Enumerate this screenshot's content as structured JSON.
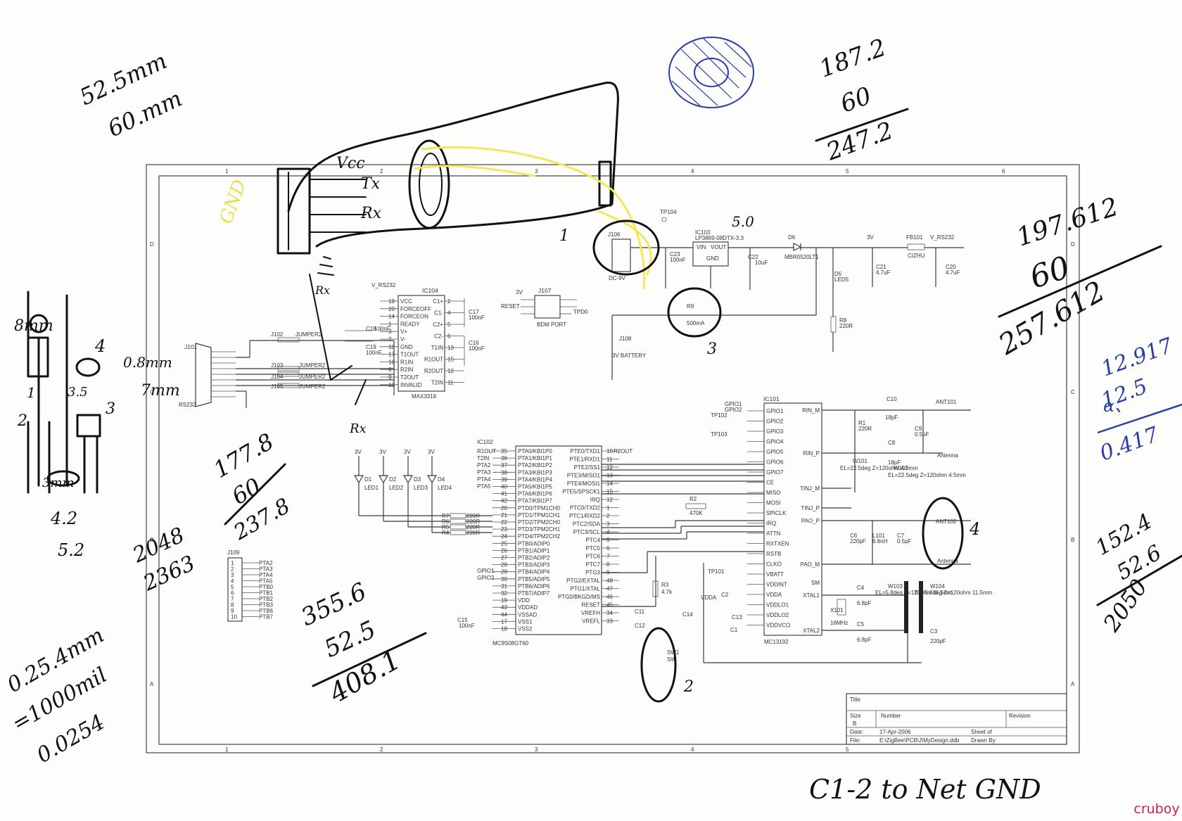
{
  "schematic": {
    "grid_cols_top": [
      "1",
      "2",
      "3",
      "4",
      "5",
      "6"
    ],
    "grid_rows_side": [
      "D",
      "C",
      "B",
      "A"
    ],
    "components": {
      "j101": {
        "ref": "J101",
        "sub": "RS232"
      },
      "jumpers": [
        "JUMPER2",
        "JUMPER2",
        "JUMPER2",
        "JUMPER2"
      ],
      "jumper_refs": [
        "J102",
        "J103",
        "J104",
        "J105"
      ],
      "ic104": {
        "ref": "IC104",
        "part": "MAX3318",
        "left_pins": [
          "VCC",
          "FORCEOFF",
          "FORCEON",
          "READY",
          "V+",
          "V-",
          "GND",
          "T1OUT",
          "R1IN",
          "R2IN",
          "T2OUT",
          "INVALID"
        ],
        "left_nums": [
          "19",
          "20",
          "14",
          "1",
          "3",
          "7",
          "18",
          "17",
          "16",
          "8",
          "9",
          "10"
        ],
        "right_pins": [
          "C1+",
          "C1-",
          "C2+",
          "C2-",
          "T1IN",
          "R1OUT",
          "R2OUT",
          "T2IN"
        ],
        "right_nums": [
          "2",
          "4",
          "5",
          "6",
          "13",
          "15",
          "12",
          "11"
        ],
        "caps": [
          "C17",
          "100nF",
          "C16",
          "100nF",
          "C18",
          "100nF",
          "C19",
          "100nF"
        ],
        "net_left": "V_RS232"
      },
      "j107": {
        "ref": "J107",
        "name": "BDM PORT",
        "nets": [
          "3V",
          "RESET",
          "TPD0"
        ]
      },
      "ic103": {
        "ref": "IC103",
        "part": "LP3869-08DTX-3.3",
        "pins": [
          "VIN",
          "VOUT",
          "GND"
        ]
      },
      "power": {
        "tp": "TP104",
        "j106": "J106",
        "dc": "DC-9V",
        "c23": "C23",
        "c23v": "100nF",
        "c22": "C22",
        "c22v": "10uF",
        "d6": "D6",
        "d6p": "MBR0520LT1",
        "c21": "C21",
        "c21v": "4.7uF",
        "fb101": "FB101",
        "fb_part": "CIZHU",
        "c20": "C20",
        "c20v": "4.7uF",
        "d5": "D5",
        "d5p": "LED5",
        "r8": "R8",
        "r8v": "220R",
        "r9": "R9",
        "r9v": "500mA",
        "j108": "J108",
        "battery": "3V BATTERY",
        "vnet": "V_RS232",
        "v3": "3V"
      },
      "ic102": {
        "ref": "IC102",
        "part": "MC9S08GT60",
        "left_pins": [
          "PTA0/KBI1P0",
          "PTA1/KBI1P1",
          "PTA2/KBI1P2",
          "PTA3/KBI1P3",
          "PTA4/KBI1P4",
          "PTA5/KBI1P5",
          "PTA6/KBI1P6",
          "PTA7/KBI1P7",
          "PTD0/TPM1CH0",
          "PTD1/TPM1CH1",
          "PTD2/TPM2CH0",
          "PTD3/TPM2CH1",
          "PTD4/TPM2CH2",
          "PTB0/ADIP0",
          "PTB1/ADIP1",
          "PTB2/ADIP2",
          "PTB3/ADIP3",
          "PTB4/ADIP4",
          "PTB5/ADIP5",
          "PTB6/ADIP6",
          "PTB7/ADIP7",
          "VDD",
          "VDDAD",
          "VSSAD",
          "VSS1",
          "VSS2"
        ],
        "left_nums": [
          "35",
          "36",
          "37",
          "38",
          "39",
          "40",
          "41",
          "42",
          "20",
          "21",
          "22",
          "23",
          "24",
          "25",
          "26",
          "27",
          "28",
          "29",
          "30",
          "31",
          "32",
          "19",
          "43",
          "44",
          "17",
          "18"
        ],
        "right_pins": [
          "PTE0/TXD1",
          "PTE1/RXD1",
          "PTE2/SS1",
          "PTE3/MISO1",
          "PTE4/MOSI1",
          "PTE5/SPSCK1",
          "IRQ",
          "PTC0/TXD2",
          "PTC1/RXD2",
          "PTC2/SDA",
          "PTC3/SCL",
          "PTC4",
          "PTC5",
          "PTC6",
          "PTC7",
          "PTG3",
          "PTG2/EXTAL",
          "PTG1/XTAL",
          "PTG0/BKGD/MS",
          "RESET",
          "VREFH",
          "VREFL"
        ],
        "right_nums": [
          "10",
          "11",
          "12",
          "13",
          "14",
          "15",
          "12",
          "1",
          "2",
          "3",
          "4",
          "5",
          "6",
          "7",
          "8",
          "9",
          "48",
          "47",
          "46",
          "45",
          "34",
          "33"
        ],
        "nets_left": [
          "R1OUT",
          "T2IN",
          "PTA2",
          "PTA3",
          "PTA4",
          "PTA5",
          "GPIO1",
          "GPIO2"
        ],
        "net_right": "R2OUT",
        "c15": "C15",
        "c15v": "100nF"
      },
      "leds": {
        "refs": [
          "D1",
          "D2",
          "D3",
          "D4"
        ],
        "parts": [
          "LED1",
          "LED2",
          "LED3",
          "LED4"
        ],
        "vcc": "3V",
        "res": [
          "R7",
          "R6",
          "R5",
          "R4"
        ],
        "resv": "220R"
      },
      "j109": {
        "ref": "J109",
        "pins": [
          "PTA2",
          "PTA3",
          "PTA4",
          "PTA5",
          "PTB0",
          "PTB1",
          "PTB2",
          "PTB3",
          "PTB6",
          "PTB7"
        ],
        "nums": [
          "1",
          "2",
          "3",
          "4",
          "5",
          "6",
          "7",
          "8",
          "9",
          "10"
        ]
      },
      "ic101": {
        "ref": "IC101",
        "part": "MC13192",
        "left_pins": [
          "GPIO1",
          "GPIO2",
          "GPIO3",
          "GPIO4",
          "GPIO5",
          "GPIO6",
          "GPIO7",
          "CE",
          "MISO",
          "MOSI",
          "SPICLK",
          "IRQ",
          "ATTN",
          "RXTXEN",
          "RSTB",
          "CLKO",
          "VBATT",
          "VDDINT",
          "VDDA",
          "VDDLO1",
          "VDDLO2",
          "VDDVCO"
        ],
        "right_pins": [
          "RIN_M",
          "RIN_P",
          "TINJ_M",
          "TINJ_P",
          "PAO_P",
          "PAO_M",
          "SM",
          "XTAL1",
          "XTAL2"
        ],
        "tp": [
          "TP102",
          "TP103",
          "TP101"
        ],
        "gpio_nets": [
          "GPIO1",
          "GPIO2"
        ]
      },
      "rf": {
        "c10": "C10",
        "c10v": "18pF",
        "r1": "R1",
        "r1v": "220R",
        "c9": "C9",
        "c9v": "0.5pF",
        "c8": "C8",
        "c8v": "18pF",
        "ant101": "ANT101",
        "ant102": "ANT102",
        "antenna": "Antenna",
        "w101": "W101",
        "w101d": "EL=22.5deg Z=120ohm 4.5mm",
        "w102": "W102",
        "w102d": "EL=22.5deg Z=120ohm 4.5mm",
        "c6": "C6",
        "c6v": "220pF",
        "l101": "L101",
        "l101v": "6.8nH",
        "c7": "C7",
        "c7v": "0.5pF",
        "w103": "W103",
        "w103d": "EL=5.8deg Z=120ohm 11.5mm",
        "w104": "W104",
        "w104d": "EL=5.8deg Z=120ohm 11.5mm",
        "c4": "C4",
        "c4v": "6.8pF",
        "c5": "C5",
        "c5v": "6.8pF",
        "x101": "X101",
        "x101v": "16MHz",
        "c3": "C3",
        "c3v": "220pF",
        "r2": "R2",
        "r2v": "470K",
        "r3": "R3",
        "r3v": "4.7k",
        "c11": "C11",
        "c12": "C12",
        "c13": "C13",
        "c14": "C14",
        "c1": "C1",
        "c2": "C2",
        "sw": "SW",
        "sw_ref": "SW1",
        "vdda": "VDDA"
      }
    },
    "title_block": {
      "title": "Title",
      "size": "Size",
      "size_v": "B",
      "number": "Number",
      "revision": "Revision",
      "date": "Date:",
      "date_v": "17-Apr-2006",
      "sheet": "Sheet   of",
      "file": "File:",
      "file_v": "E:\\ZigBee\\PCB\\J\\MyDesign.ddb",
      "drawn": "Drawn By:"
    }
  },
  "annotations": {
    "dims_top_left": [
      "52.5mm",
      "60.mm"
    ],
    "calc_top_center": [
      "187.2",
      "60",
      "247.2"
    ],
    "calc_right_top": [
      "197.612",
      "60",
      "257.612"
    ],
    "calc_right_blue": [
      "12.917",
      "12.5",
      "0.417"
    ],
    "calc_left_mid": [
      "177.8",
      "60",
      "237.8"
    ],
    "numbers_left": [
      "2048",
      "2363"
    ],
    "calc_bottom_mid": [
      "355.6",
      "52.5",
      "408.1"
    ],
    "calc_right_bottom": [
      "152.4",
      "52.6",
      "2050"
    ],
    "left_conv": [
      "0.25.4mm",
      "=1000mil",
      "0.0254"
    ],
    "connector_labels": [
      "Vcc",
      "Tx",
      "Rx",
      "Rx",
      "Rx"
    ],
    "connector_yellow": "GND",
    "left_dims": [
      "8mm",
      "0.8mm",
      "7mm",
      "3.5",
      "4.2",
      "5.2",
      "3mm"
    ],
    "left_numbers": [
      "4",
      "1",
      "2",
      "3"
    ],
    "markers": [
      "1",
      "2",
      "3",
      "4"
    ],
    "power_note": "5.0",
    "bottom_note": "C1-2 to Net GND",
    "blue_prefix": "α、"
  },
  "watermark": "cruboy",
  "colors": {
    "ink": "#111111",
    "blue": "#2a3ca8",
    "yellow": "#f2e85a",
    "watermark": "#d01a50"
  }
}
